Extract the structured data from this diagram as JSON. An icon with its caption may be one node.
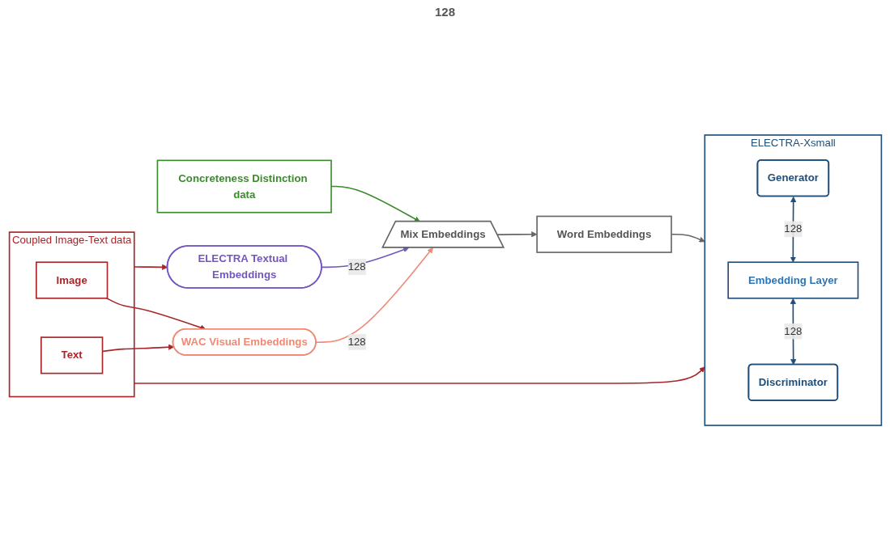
{
  "diagram": {
    "nodes": [
      {
        "text": [
          "Concreteness Distinction data"
        ]
      },
      {
        "text": [
          "ELECTRA Textual Embeddings"
        ]
      },
      {
        "text": [
          "WAC Visual Embeddings"
        ]
      },
      {
        "text": [
          "Mix Embeddings"
        ]
      },
      {
        "text": [
          "Word Embeddings"
        ]
      },
      {
        "text": [
          "Coupled Image-Text data"
        ]
      },
      {
        "text": [
          "Image"
        ],
        "in": 5
      },
      {
        "text": [
          "Text"
        ],
        "in": 5
      },
      {
        "text": [
          "ELECTRA-Xsmall"
        ]
      },
      {
        "text": [
          "Generator"
        ],
        "in": 8
      },
      {
        "text": [
          "Embedding Layer"
        ],
        "in": 8
      },
      {
        "text": [
          "Discriminator"
        ],
        "in": 8
      }
    ],
    "edges": [
      {
        "from": 0,
        "to": 3,
        "arrow": "to",
        "color": "#3d8b2f"
      },
      {
        "from": 1,
        "to": 3,
        "arrow": "to",
        "label": "128",
        "color": "#7456c2"
      },
      {
        "from": 2,
        "to": 3,
        "arrow": "to",
        "label": "128",
        "color": "#ee8a76"
      },
      {
        "from": 3,
        "to": 4,
        "arrow": "to",
        "color": "#666666"
      },
      {
        "from": 4,
        "to": 8,
        "arrow": "to",
        "color": "#666666"
      },
      {
        "from": 6,
        "to": 2,
        "arrow": "to"
      },
      {
        "from": 7,
        "to": 2,
        "arrow": "to"
      },
      {
        "from": 5,
        "to": 1,
        "arrow": "to"
      },
      {
        "from": 5,
        "to": 8,
        "arrow": "to"
      },
      {
        "from": 9,
        "to": 10,
        "arrow": "both",
        "label": "128",
        "color": "#1f4e79"
      },
      {
        "from": 10,
        "to": 11,
        "arrow": "both",
        "label": "128",
        "color": "#1f4e79"
      }
    ],
    "labels": [
      "128"
    ]
  }
}
